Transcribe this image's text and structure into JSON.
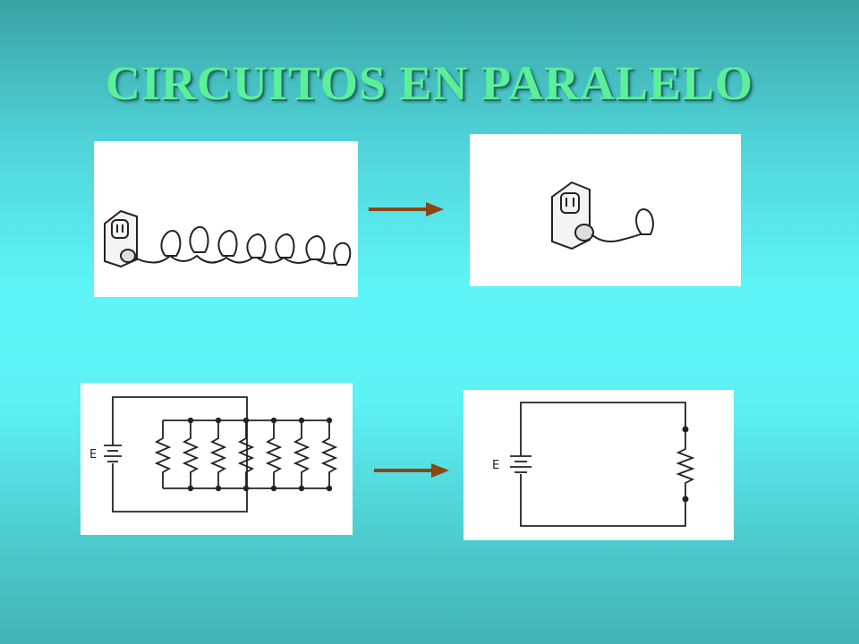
{
  "title": "CIRCUITOS EN PARALELO",
  "colors": {
    "title": "#5cef9a",
    "arrow": "#8b4513",
    "line": "#222222"
  },
  "panels": {
    "top_left": {
      "content": "string of seven bulbs plugged into outlet"
    },
    "top_right": {
      "content": "single bulb plugged into outlet"
    },
    "bottom_left": {
      "battery_label": "E",
      "resistor_count": 7
    },
    "bottom_right": {
      "battery_label": "E",
      "resistor_count": 1
    }
  }
}
